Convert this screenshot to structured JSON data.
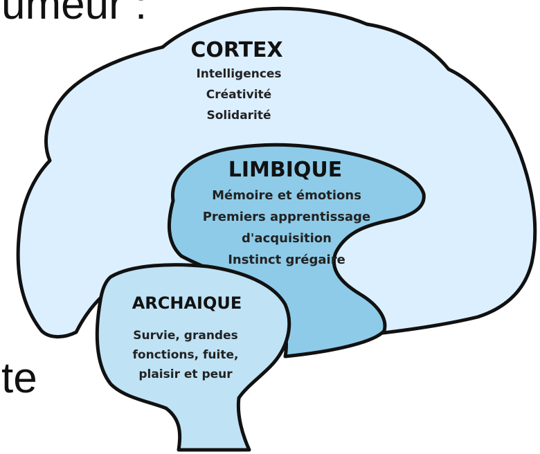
{
  "background_text": {
    "top": "umeur :",
    "left": "te"
  },
  "regions": {
    "cortex": {
      "title": "CORTEX",
      "lines": [
        "Intelligences",
        "Créativité",
        "Solidarité"
      ],
      "color": "#dcefff"
    },
    "limbique": {
      "title": "LIMBIQUE",
      "lines": [
        "Mémoire et émotions",
        "Premiers apprentissage",
        "d'acquisition",
        "Instinct grégaire"
      ],
      "color": "#8ecbe8"
    },
    "archaique": {
      "title": "ARCHAIQUE",
      "lines": [
        "Survie, grandes",
        "fonctions, fuite,",
        "plaisir et peur"
      ],
      "color": "#bfe2f5"
    }
  },
  "outline_color": "#111111"
}
